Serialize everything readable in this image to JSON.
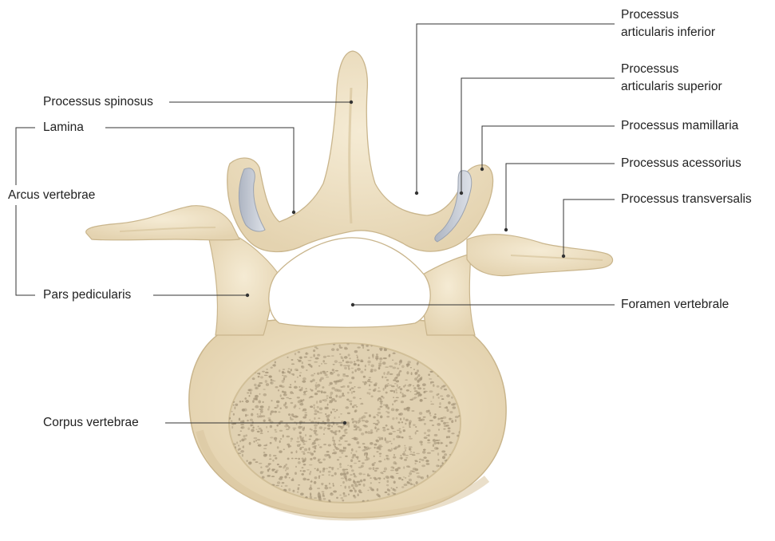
{
  "labels": {
    "processus_articularis_inferior": [
      "Processus",
      "articularis inferior"
    ],
    "processus_articularis_superior": [
      "Processus",
      "articularis superior"
    ],
    "processus_spinosus": "Processus spinosus",
    "lamina": "Lamina",
    "arcus_vertebrae": "Arcus vertebrae",
    "processus_mamillaria": "Processus mamillaria",
    "processus_acessorius": "Processus acessorius",
    "processus_transversalis": "Processus transversalis",
    "pars_pedicularis": "Pars pedicularis",
    "foramen_vertebrale": "Foramen vertebrale",
    "corpus_vertebrae": "Corpus vertebrae"
  },
  "colors": {
    "bone_fill": "#efe3c8",
    "bone_shade": "#ddcca6",
    "bone_outline": "#c9b58c",
    "cartilage": "#c7ccd6",
    "cancellous": "#dfd0b1",
    "pore": "#a7977b",
    "leader_line": "#333333",
    "text": "#222222"
  }
}
